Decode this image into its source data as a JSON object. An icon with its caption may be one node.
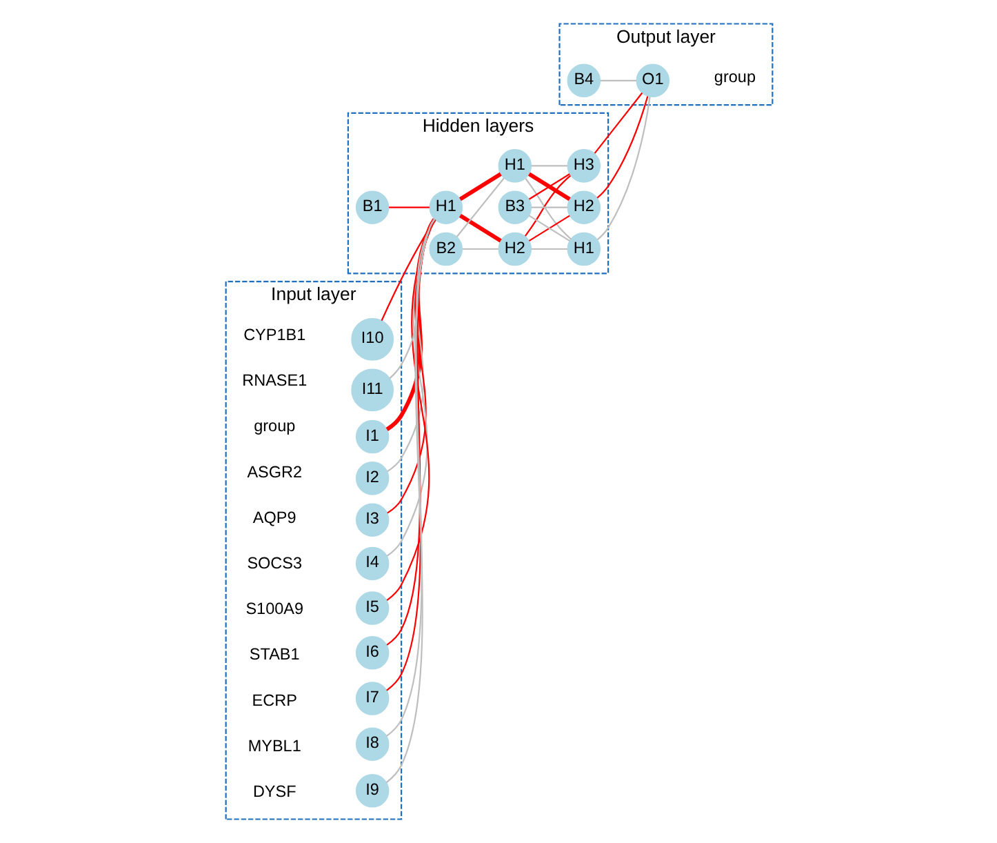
{
  "diagram": {
    "nodes": [
      {
        "text": [
          "Input layer"
        ]
      },
      {
        "text": [
          "I1"
        ],
        "in": 0,
        "beside": [
          "group"
        ]
      },
      {
        "text": [
          "I2"
        ],
        "in": 0,
        "beside": [
          "ASGR2"
        ]
      },
      {
        "text": [
          "I3"
        ],
        "in": 0,
        "beside": [
          "AQP9"
        ]
      },
      {
        "text": [
          "I4"
        ],
        "in": 0,
        "beside": [
          "SOCS3"
        ]
      },
      {
        "text": [
          "I5"
        ],
        "in": 0,
        "beside": [
          "S100A9"
        ]
      },
      {
        "text": [
          "I6"
        ],
        "in": 0,
        "beside": [
          "STAB1"
        ]
      },
      {
        "text": [
          "I7"
        ],
        "in": 0,
        "beside": [
          "ECRP"
        ]
      },
      {
        "text": [
          "I8"
        ],
        "in": 0,
        "beside": [
          "MYBL1"
        ]
      },
      {
        "text": [
          "I9"
        ],
        "in": 0,
        "beside": [
          "DYSF"
        ]
      },
      {
        "text": [
          "I10"
        ],
        "in": 0,
        "beside": [
          "CYP1B1"
        ]
      },
      {
        "text": [
          "I11"
        ],
        "in": 0,
        "beside": [
          "RNASE1"
        ]
      },
      {
        "text": [
          "Hidden layers"
        ]
      },
      {
        "text": [
          "B1"
        ],
        "in": 12
      },
      {
        "text": [
          "H1"
        ],
        "in": 12
      },
      {
        "text": [
          "B2"
        ],
        "in": 12
      },
      {
        "text": [
          "H1"
        ],
        "in": 12
      },
      {
        "text": [
          "H2"
        ],
        "in": 12
      },
      {
        "text": [
          "B3"
        ],
        "in": 12
      },
      {
        "text": [
          "H1"
        ],
        "in": 12
      },
      {
        "text": [
          "H2"
        ],
        "in": 12
      },
      {
        "text": [
          "H3"
        ],
        "in": 12
      },
      {
        "text": [
          "Output layer"
        ]
      },
      {
        "text": [
          "B4"
        ],
        "in": 22
      },
      {
        "text": [
          "O1"
        ],
        "in": 22,
        "beside": [
          "group"
        ]
      }
    ],
    "edges": [
      {
        "from": 1,
        "to": 14,
        "arrow": "none",
        "style": "thick"
      },
      {
        "from": 2,
        "to": 14,
        "arrow": "none",
        "color": "#bebebe"
      },
      {
        "from": 3,
        "to": 14,
        "arrow": "none"
      },
      {
        "from": 4,
        "to": 14,
        "arrow": "none",
        "color": "#bebebe"
      },
      {
        "from": 5,
        "to": 14,
        "arrow": "none"
      },
      {
        "from": 6,
        "to": 14,
        "arrow": "none"
      },
      {
        "from": 7,
        "to": 14,
        "arrow": "none"
      },
      {
        "from": 8,
        "to": 14,
        "arrow": "none",
        "color": "#bebebe"
      },
      {
        "from": 9,
        "to": 14,
        "arrow": "none",
        "color": "#bebebe"
      },
      {
        "from": 10,
        "to": 14,
        "arrow": "none"
      },
      {
        "from": 11,
        "to": 14,
        "arrow": "none",
        "color": "#bebebe"
      },
      {
        "from": 13,
        "to": 14,
        "arrow": "none"
      },
      {
        "from": 14,
        "to": 16,
        "arrow": "none",
        "style": "thick"
      },
      {
        "from": 14,
        "to": 17,
        "arrow": "none",
        "style": "thick"
      },
      {
        "from": 15,
        "to": 16,
        "arrow": "none",
        "color": "#bebebe"
      },
      {
        "from": 15,
        "to": 17,
        "arrow": "none",
        "color": "#bebebe"
      },
      {
        "from": 16,
        "to": 19,
        "arrow": "none",
        "color": "#bebebe"
      },
      {
        "from": 16,
        "to": 20,
        "arrow": "none",
        "style": "thick"
      },
      {
        "from": 16,
        "to": 21,
        "arrow": "none",
        "color": "#bebebe"
      },
      {
        "from": 17,
        "to": 19,
        "arrow": "none",
        "color": "#bebebe"
      },
      {
        "from": 17,
        "to": 20,
        "arrow": "none"
      },
      {
        "from": 17,
        "to": 21,
        "arrow": "none"
      },
      {
        "from": 18,
        "to": 19,
        "arrow": "none",
        "color": "#bebebe"
      },
      {
        "from": 18,
        "to": 20,
        "arrow": "none",
        "color": "#bebebe"
      },
      {
        "from": 18,
        "to": 21,
        "arrow": "none"
      },
      {
        "from": 19,
        "to": 24,
        "arrow": "none",
        "color": "#bebebe"
      },
      {
        "from": 20,
        "to": 24,
        "arrow": "none"
      },
      {
        "from": 21,
        "to": 24,
        "arrow": "none"
      },
      {
        "from": 23,
        "to": 24,
        "arrow": "none",
        "color": "#bebebe"
      }
    ]
  }
}
